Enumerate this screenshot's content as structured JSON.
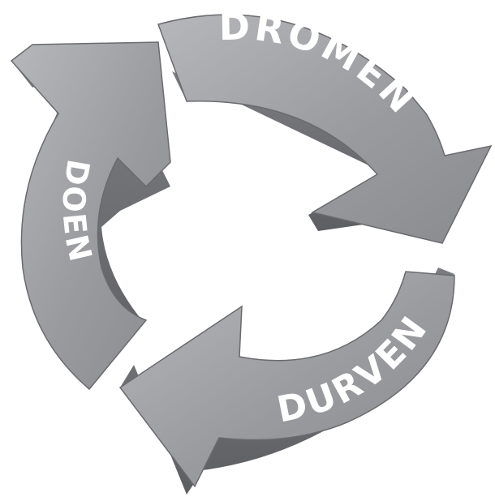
{
  "diagram": {
    "steps": [
      {
        "label": "DROMEN"
      },
      {
        "label": "DURVEN"
      },
      {
        "label": "DOEN"
      }
    ],
    "colors": {
      "arrow_face": "#9a9b9e",
      "arrow_face_light": "#b4b5b8",
      "arrow_side": "#6f7073",
      "arrow_edge": "#585a5d",
      "label_text": "#ffffff",
      "background": "#ffffff"
    }
  }
}
